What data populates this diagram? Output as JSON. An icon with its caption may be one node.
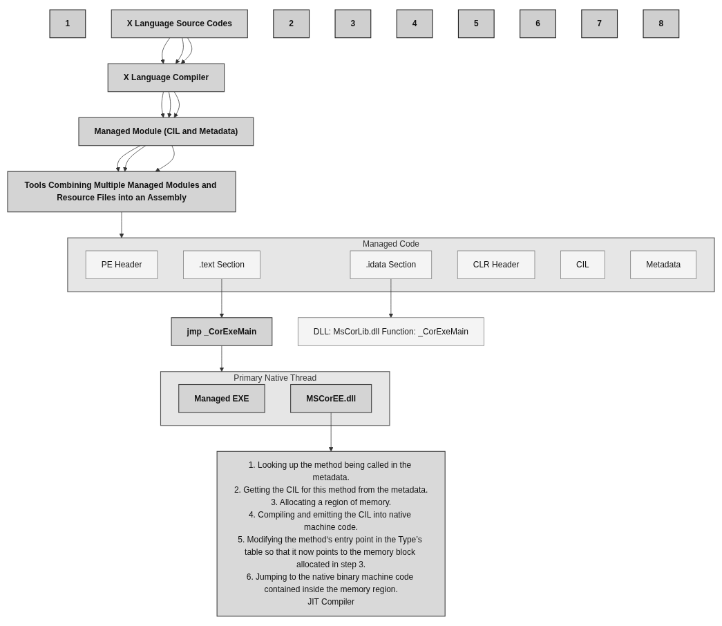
{
  "diagram": {
    "nodes": [
      {
        "text": [
          "1"
        ]
      },
      {
        "text": [
          "X Language Source Codes"
        ]
      },
      {
        "text": [
          "2"
        ]
      },
      {
        "text": [
          "X Language Compiler"
        ]
      },
      {
        "text": [
          "3"
        ]
      },
      {
        "text": [
          "Managed Module (CIL and Metadata)"
        ]
      },
      {
        "text": [
          "4"
        ]
      },
      {
        "text": [
          "Tools Combining Multiple Managed Modules and Resource Files into an Assembly"
        ]
      },
      {
        "text": [
          "5"
        ]
      },
      {
        "text": [
          "Managed Code"
        ]
      },
      {
        "text": [
          "PE Header"
        ],
        "in": 9
      },
      {
        "text": [
          ".text Section"
        ],
        "in": 9
      },
      {
        "text": [
          ".idata Section"
        ],
        "in": 9
      },
      {
        "text": [
          "CLR Header"
        ],
        "in": 9
      },
      {
        "text": [
          "CIL"
        ],
        "in": 9
      },
      {
        "text": [
          "Metadata"
        ],
        "in": 9
      },
      {
        "text": [
          "6"
        ]
      },
      {
        "text": [
          "jmp _CorExeMain"
        ]
      },
      {
        "text": [
          "DLL: MsCorLib.dll Function: _CorExeMain"
        ]
      },
      {
        "text": [
          "7"
        ]
      },
      {
        "text": [
          "Primary Native Thread"
        ]
      },
      {
        "text": [
          "Managed EXE"
        ],
        "in": 20
      },
      {
        "text": [
          "MSCorEE.dll"
        ],
        "in": 20
      },
      {
        "text": [
          "8"
        ]
      },
      {
        "text": [
          "1. Looking up the method being called in the metadata.",
          "2. Getting the CIL for this method from the metadata.",
          "3. Allocating a region of memory.",
          "4. Compiling and emitting the CIL into native machine code.",
          "5. Modifying the method‘s entry point in the Type’s table so that it now points to the memory block allocated in step 3.",
          "6. Jumping to the native binary machine code contained inside the memory region.",
          "JIT Compiler"
        ]
      }
    ],
    "edges": [
      {
        "from": 1,
        "to": 3,
        "arrow": "to"
      },
      {
        "from": 1,
        "to": 3,
        "arrow": "to"
      },
      {
        "from": 1,
        "to": 3,
        "arrow": "to"
      },
      {
        "from": 3,
        "to": 5,
        "arrow": "to"
      },
      {
        "from": 3,
        "to": 5,
        "arrow": "to"
      },
      {
        "from": 3,
        "to": 5,
        "arrow": "to"
      },
      {
        "from": 5,
        "to": 7,
        "arrow": "to"
      },
      {
        "from": 5,
        "to": 7,
        "arrow": "to"
      },
      {
        "from": 5,
        "to": 7,
        "arrow": "to"
      },
      {
        "from": 7,
        "to": 9,
        "arrow": "to"
      },
      {
        "from": 11,
        "to": 17,
        "arrow": "to"
      },
      {
        "from": 12,
        "to": 18,
        "arrow": "to"
      },
      {
        "from": 17,
        "to": 20,
        "arrow": "to"
      },
      {
        "from": 22,
        "to": 24,
        "arrow": "to"
      }
    ]
  }
}
